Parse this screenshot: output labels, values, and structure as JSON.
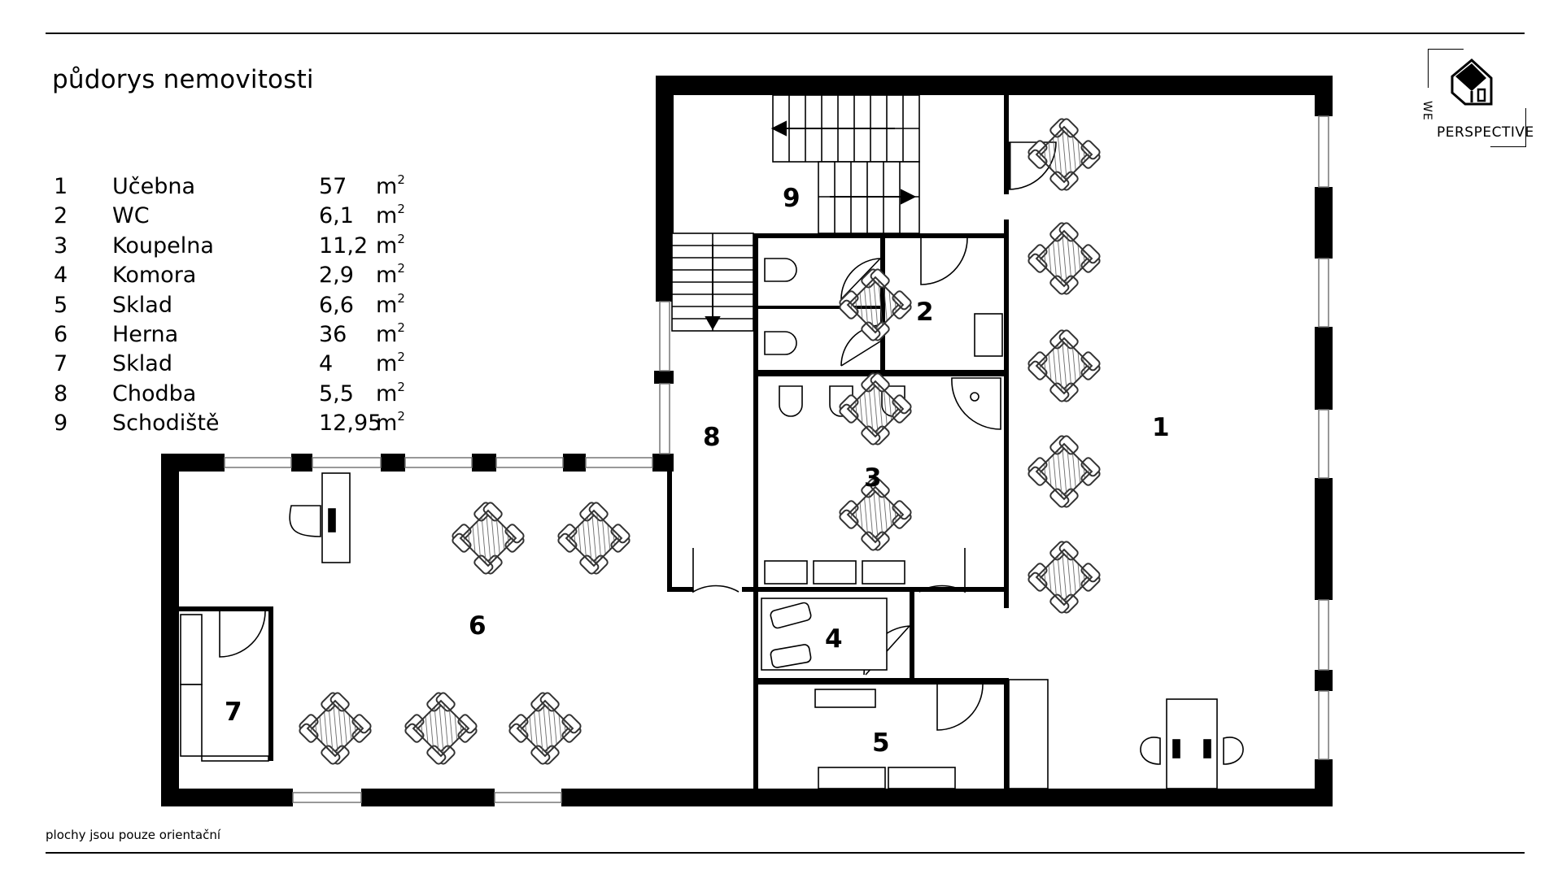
{
  "title": "půdorys nemovitosti",
  "rooms": [
    {
      "num": "1",
      "name": "Učebna",
      "area": "57",
      "unit": "m",
      "sup": "2"
    },
    {
      "num": "2",
      "name": "WC",
      "area": "6,1",
      "unit": "m",
      "sup": "2"
    },
    {
      "num": "3",
      "name": "Koupelna",
      "area": "11,2",
      "unit": "m",
      "sup": "2"
    },
    {
      "num": "4",
      "name": "Komora",
      "area": "2,9",
      "unit": "m",
      "sup": "2"
    },
    {
      "num": "5",
      "name": "Sklad",
      "area": "6,6",
      "unit": "m",
      "sup": "2"
    },
    {
      "num": "6",
      "name": "Herna",
      "area": "36",
      "unit": "m",
      "sup": "2"
    },
    {
      "num": "7",
      "name": "Sklad",
      "area": "4",
      "unit": "m",
      "sup": "2"
    },
    {
      "num": "8",
      "name": "Chodba",
      "area": "5,5",
      "unit": "m",
      "sup": "2"
    },
    {
      "num": "9",
      "name": "Schodiště",
      "area": "12,95",
      "unit": "m",
      "sup": "2"
    }
  ],
  "footnote": "plochy jsou pouze orientační",
  "logo": {
    "line1": "WE",
    "line2": "PERSPECTIVE",
    "icon": "house-icon"
  },
  "plan_labels": [
    "1",
    "2",
    "3",
    "4",
    "5",
    "6",
    "7",
    "8",
    "9"
  ]
}
